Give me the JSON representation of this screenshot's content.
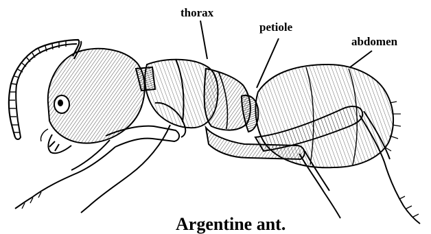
{
  "labels": {
    "thorax": "thorax",
    "petiole": "petiole",
    "abdomen": "abdomen"
  },
  "caption": "Argentine ant.",
  "colors": {
    "ink": "#000000",
    "background": "#ffffff"
  }
}
